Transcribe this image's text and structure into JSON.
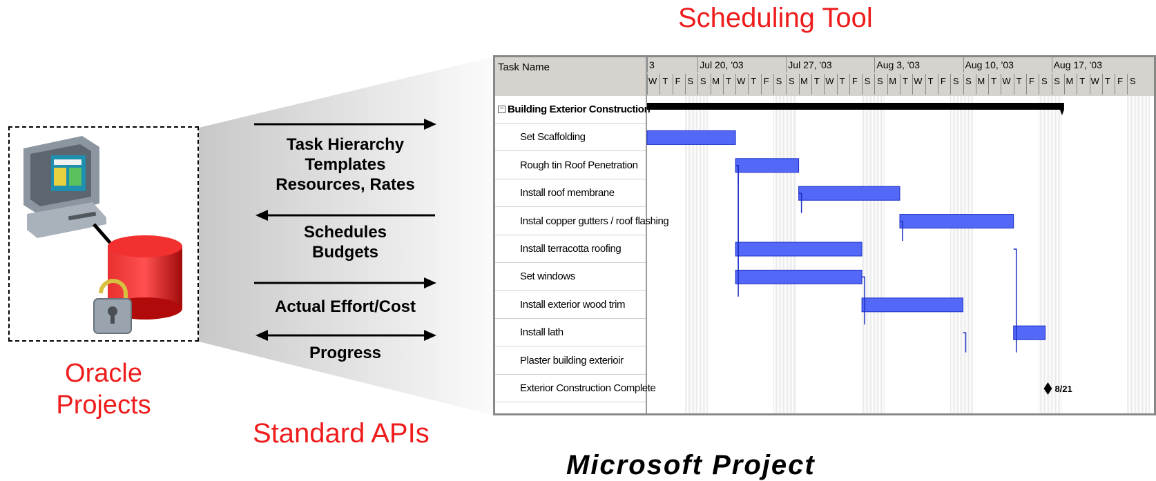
{
  "titles": {
    "scheduling_tool": "Scheduling Tool",
    "oracle_projects_line1": "Oracle",
    "oracle_projects_line2": "Projects",
    "standard_apis": "Standard APIs",
    "bottom_partial": "Microsoft Project"
  },
  "flows": {
    "to_tool_labels": [
      "Task Hierarchy",
      "Templates",
      "Resources, Rates"
    ],
    "from_tool_labels": [
      "Schedules",
      "Budgets"
    ],
    "actual_label": "Actual Effort/Cost",
    "progress_label": "Progress"
  },
  "gantt": {
    "task_name_header": "Task Name",
    "week_labels": [
      "3",
      "Jul 20, '03",
      "Jul 27, '03",
      "Aug 3, '03",
      "Aug 10, '03",
      "Aug 17, '03"
    ],
    "day_letters": [
      "W",
      "T",
      "F",
      "S",
      "S",
      "M",
      "T",
      "W",
      "T",
      "F",
      "S",
      "S",
      "M",
      "T",
      "W",
      "T",
      "F",
      "S",
      "S",
      "M",
      "T",
      "W",
      "T",
      "F",
      "S",
      "S",
      "M",
      "T",
      "W",
      "T",
      "F",
      "S",
      "S",
      "M",
      "T",
      "W",
      "T",
      "F",
      "S"
    ],
    "summary_task": "Building Exterior Construction",
    "tasks": [
      "Set Scaffolding",
      "Rough tin Roof Penetration",
      "Install roof membrane",
      "Instal copper gutters / roof flashing",
      "Install terracotta roofing",
      "Set windows",
      "Install exterior wood trim",
      "Install lath",
      "Plaster building exterioir",
      "Exterior Construction Complete"
    ],
    "milestone_label": "8/21",
    "colors": {
      "bar": "#4a5cf7",
      "summary": "#000000",
      "header": "#d6d3ce"
    }
  }
}
